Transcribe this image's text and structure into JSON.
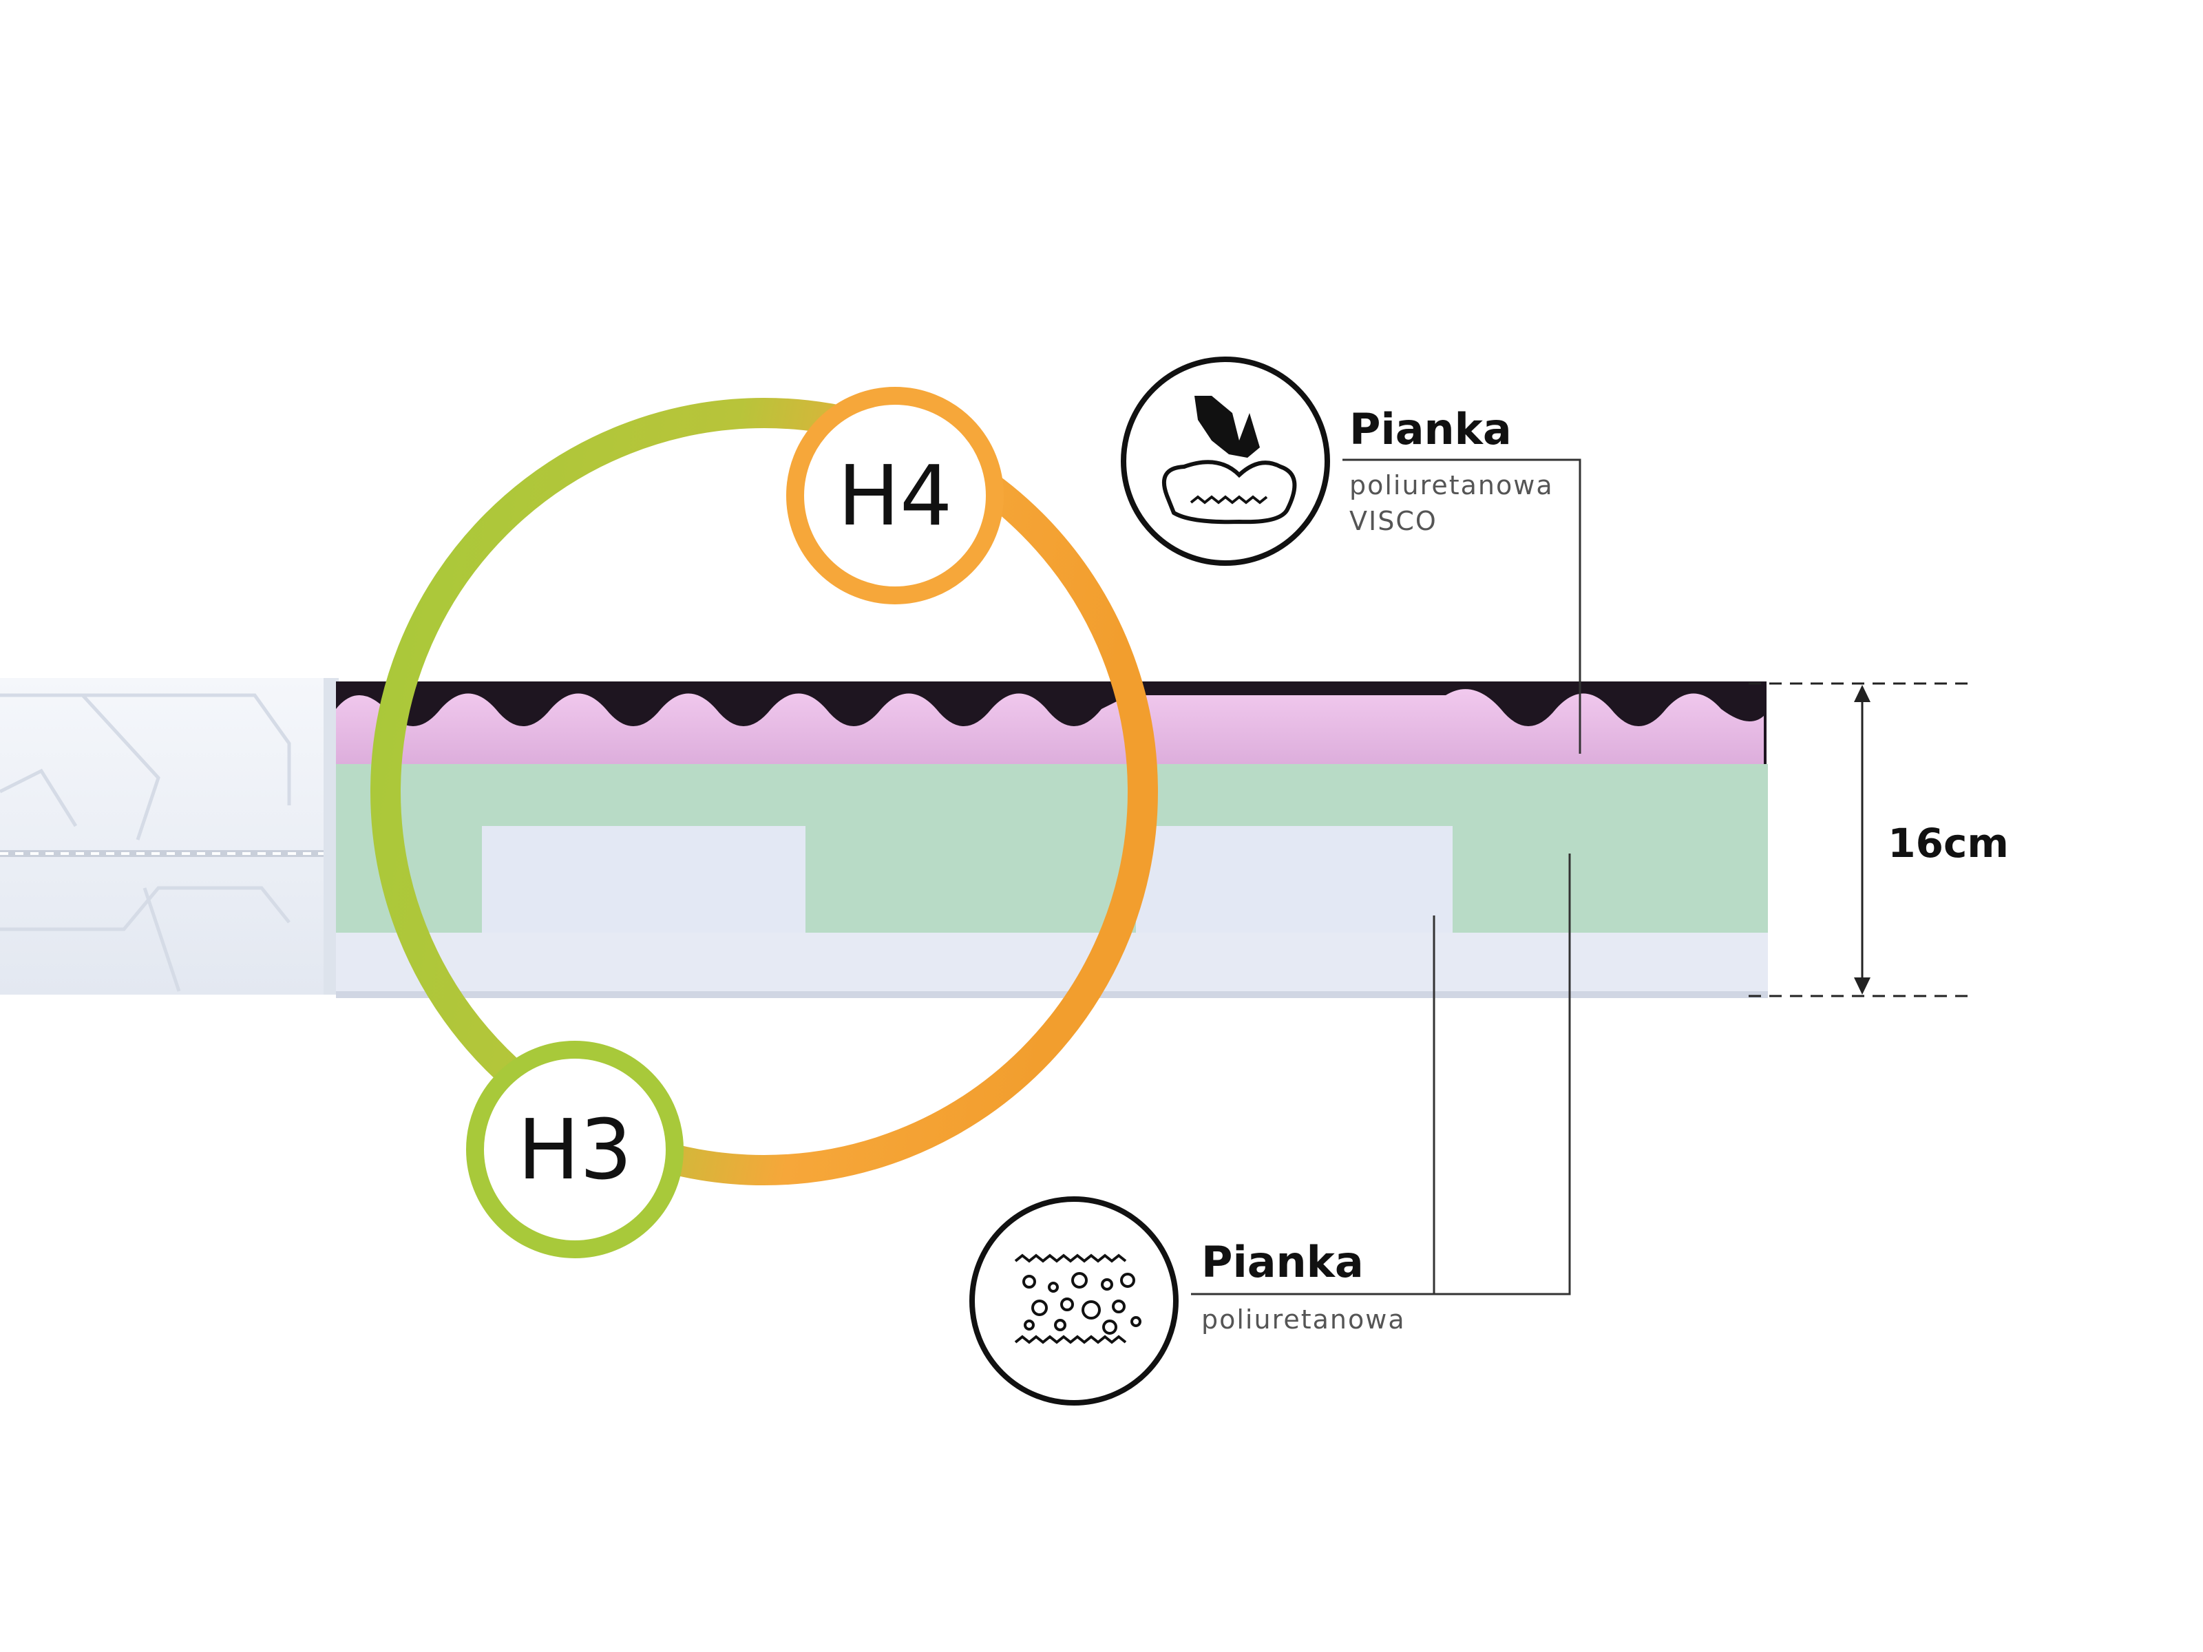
{
  "hardness": {
    "top": "H4",
    "bottom": "H3"
  },
  "callouts": {
    "visco": {
      "title": "Pianka",
      "line1": "poliuretanowa",
      "line2": "VISCO",
      "icon": "hand-pressing-memory-foam-icon"
    },
    "foam": {
      "title": "Pianka",
      "line1": "poliuretanowa",
      "icon": "foam-bubbles-icon"
    }
  },
  "dimension": {
    "height": "16cm"
  },
  "colors": {
    "orange": "#F6A73A",
    "green": "#A8C93A",
    "pink": "#E9BCE6",
    "mint": "#B7DCC6",
    "light": "#E5EAF6",
    "cover": "#EDF0F6"
  }
}
